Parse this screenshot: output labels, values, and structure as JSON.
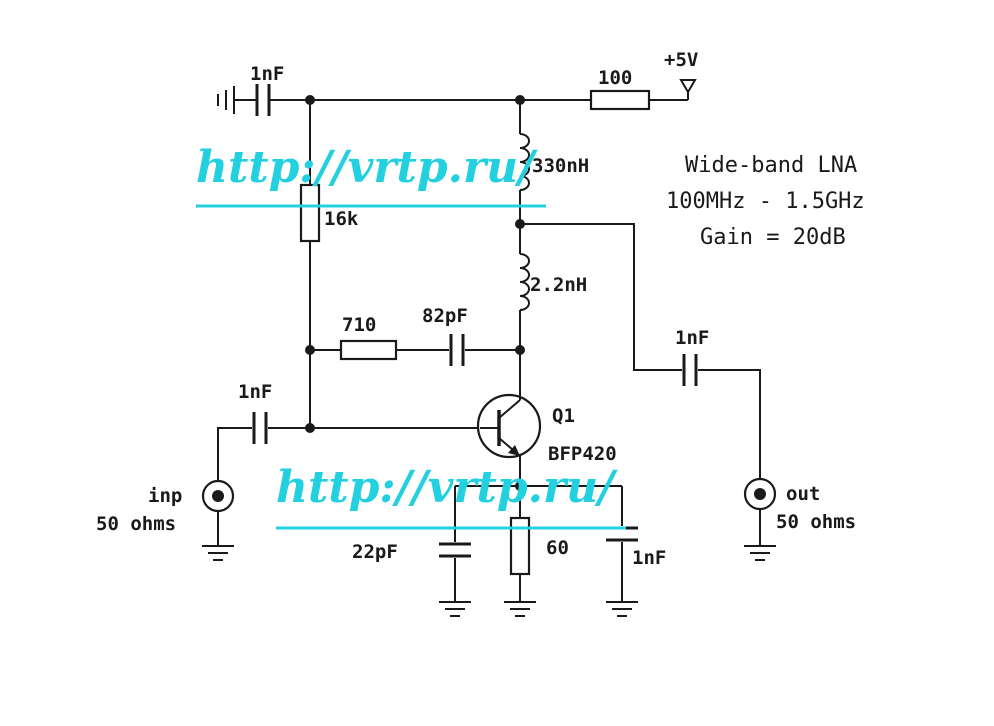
{
  "title": {
    "line1": "Wide-band LNA",
    "line2": "100MHz - 1.5GHz",
    "line3": "Gain = 20dB"
  },
  "supply": {
    "label": "+5V"
  },
  "components": {
    "r_supply": "100",
    "c_decouple": "1nF",
    "l_choke1": "330nH",
    "r_bias": "16k",
    "l_choke2": "2.2nH",
    "r_feedback": "710",
    "c_feedback": "82pF",
    "c_in": "1nF",
    "c_out": "1nF",
    "q1_ref": "Q1",
    "q1_part": "BFP420",
    "c_emitter": "22pF",
    "r_emitter": "60",
    "c_bypass": "1nF"
  },
  "ports": {
    "input_label": "inp",
    "input_impedance": "50 ohms",
    "output_label": "out",
    "output_impedance": "50 ohms"
  },
  "watermark": {
    "text": "http://vrtp.ru/"
  }
}
